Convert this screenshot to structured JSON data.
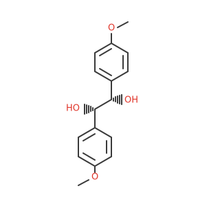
{
  "molecule": {
    "labels": {
      "hydroxyl_left": "HO",
      "hydroxyl_right": "OH",
      "methoxy_top_oxygen": "O",
      "methoxy_bottom_oxygen": "O"
    },
    "colors": {
      "bond": "#3a3a3a",
      "oxygen": "#e0362b",
      "background": "#ffffff"
    }
  }
}
